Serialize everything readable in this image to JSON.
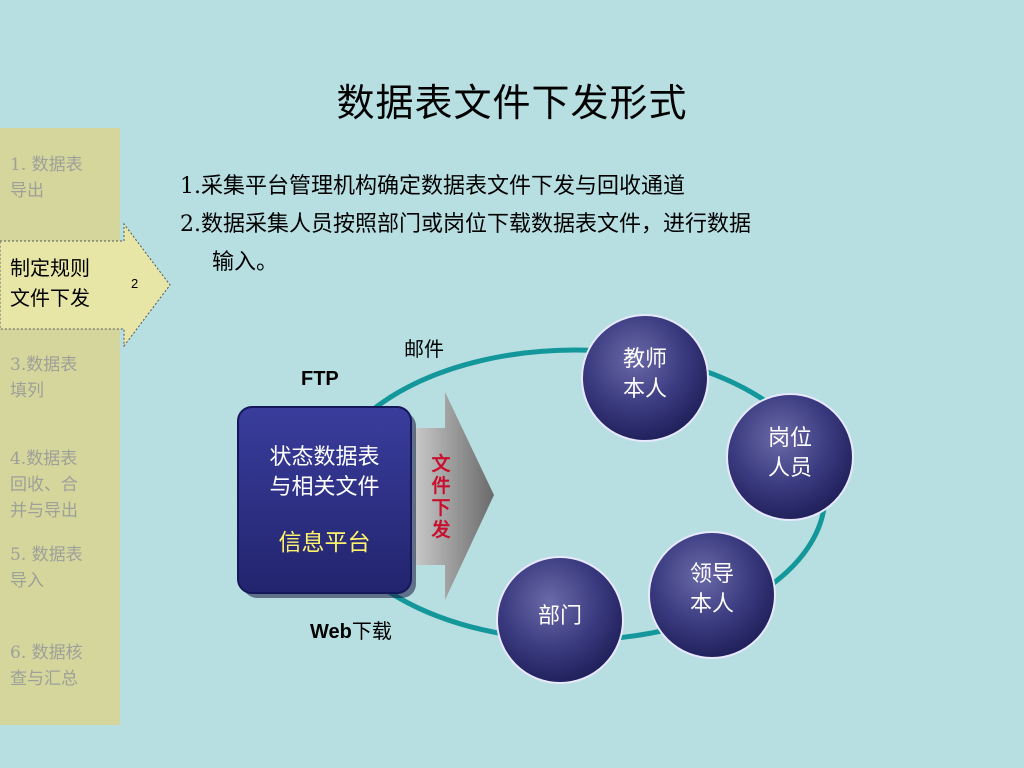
{
  "title": "数据表文件下发形式",
  "sidebar": {
    "items": [
      {
        "label_line1": "1. 数据表",
        "label_line2": "导出"
      },
      {
        "label_line1": "3.数据表",
        "label_line2": "填列"
      },
      {
        "label_line1": "4.数据表",
        "label_line2": "回收、合",
        "label_line3": "并与导出"
      },
      {
        "label_line1": "5. 数据表",
        "label_line2": "导入"
      },
      {
        "label_line1": "6. 数据核",
        "label_line2": "查与汇总"
      }
    ],
    "active": {
      "label_line1": "制定规则",
      "label_line2": "文件下发",
      "page": "2"
    }
  },
  "bullets": [
    "1.采集平台管理机构确定数据表文件下发与回收通道",
    "2.数据采集人员按照部门或岗位下载数据表文件，进行数据",
    "输入。"
  ],
  "diagram": {
    "label_mail": "邮件",
    "label_ftp": "FTP",
    "label_web_bold": "Web",
    "label_web_rest": "下载",
    "box_line1": "状态数据表",
    "box_line2": "与相关文件",
    "box_sub": "信息平台",
    "arrow_text": [
      "文",
      "件",
      "下",
      "发"
    ],
    "circles": [
      {
        "line1": "教师",
        "line2": "本人"
      },
      {
        "line1": "岗位",
        "line2": "人员"
      },
      {
        "line1": "领导",
        "line2": "本人"
      },
      {
        "line1": "部门",
        "line2": ""
      }
    ]
  },
  "colors": {
    "background": "#b7dfe2",
    "sidebar": "#d4d69b",
    "box": "#2b2e86",
    "circle": "#3a3a80",
    "ring": "#13979a",
    "arrow": "#8b8b8b",
    "arrow_text": "#c8102e",
    "box_sub_text": "#fff26b"
  }
}
